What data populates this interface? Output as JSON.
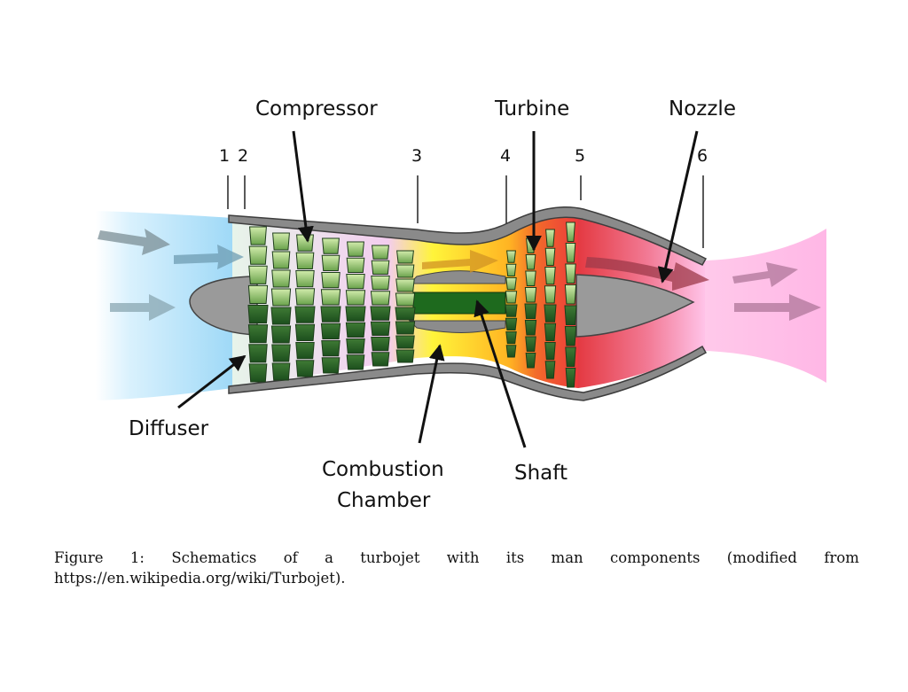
{
  "labels": {
    "compressor": "Compressor",
    "turbine": "Turbine",
    "nozzle": "Nozzle",
    "diffuser": "Diffuser",
    "combustion_line1": "Combustion",
    "combustion_line2": "Chamber",
    "shaft": "Shaft"
  },
  "stations": [
    "1",
    "2",
    "3",
    "4",
    "5",
    "6"
  ],
  "caption": {
    "line1_words": [
      "Figure",
      "1:",
      "Schematics",
      "of",
      "a",
      "turbojet",
      "with",
      "its",
      "man",
      "components",
      "(modified",
      "from"
    ],
    "line2": "https://en.wikipedia.org/wiki/Turbojet)."
  },
  "colors": {
    "inlet": "#a9defa",
    "compressor_zone": "#f4c8ef",
    "combustion": "#fff23a",
    "combustion_hot": "#ff9a1a",
    "turbine_zone": "#f0483f",
    "exhaust": "#ffbfe8",
    "casing": "#7e7e7e",
    "blade_light": "#c8e6a0",
    "blade_dark": "#1f5a1f"
  }
}
